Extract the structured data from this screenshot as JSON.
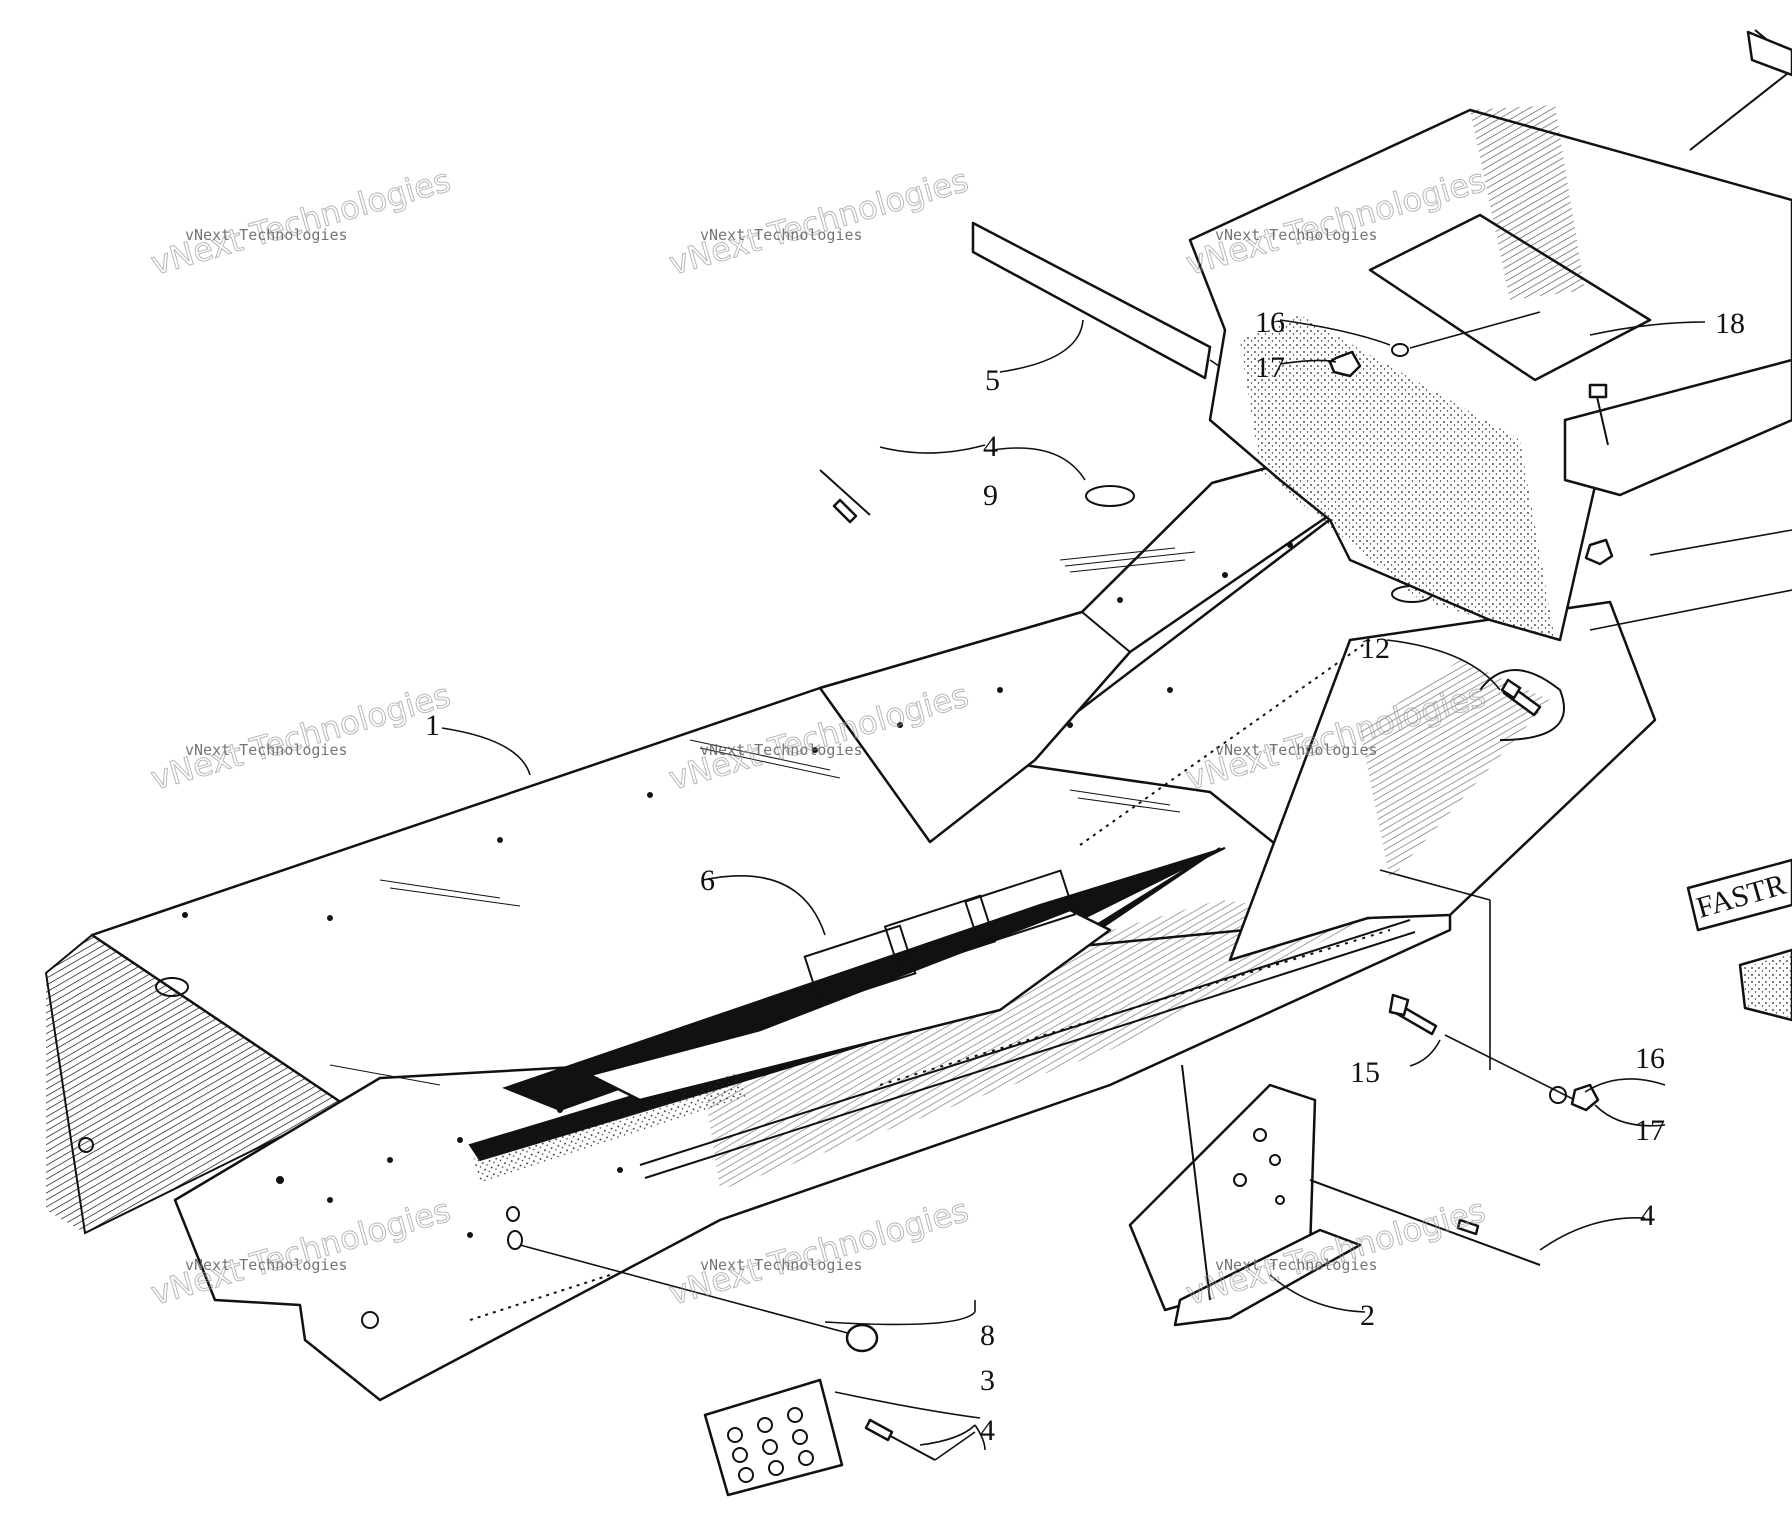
{
  "watermark": {
    "big": "vNext Technologies",
    "small": "vNext Technologies"
  },
  "labels": {
    "l1": "1",
    "l2": "2",
    "l3": "3",
    "l4a": "4",
    "l4b": "4",
    "l4c": "4",
    "l5": "5",
    "l6": "6",
    "l8": "8",
    "l9": "9",
    "l12": "12",
    "l15": "15",
    "l16a": "16",
    "l16b": "16",
    "l17a": "17",
    "l17b": "17",
    "l18": "18"
  },
  "decal_text": "FASTR"
}
